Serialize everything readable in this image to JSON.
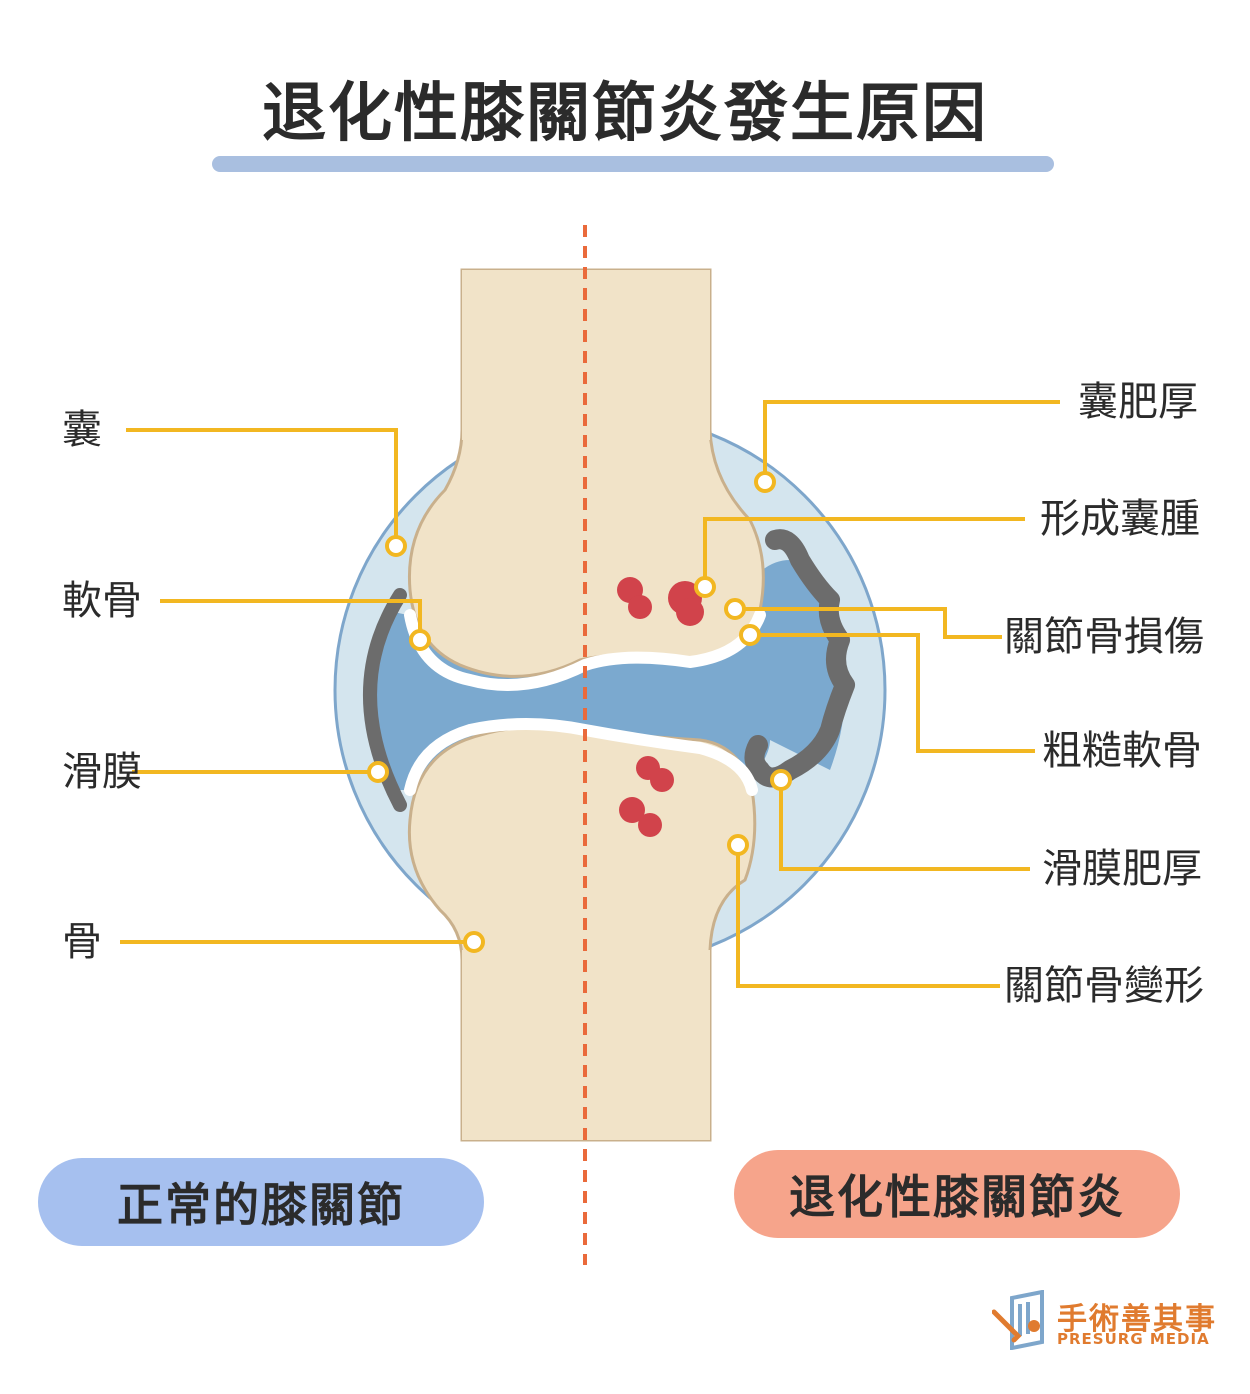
{
  "title": "退化性膝關節炎發生原因",
  "left_labels": {
    "capsule": "囊",
    "cartilage": "軟骨",
    "synovium": "滑膜",
    "bone": "骨"
  },
  "right_labels": {
    "capsule_thickening": "囊肥厚",
    "cyst_formation": "形成囊腫",
    "joint_bone_damage": "關節骨損傷",
    "rough_cartilage": "粗糙軟骨",
    "synovium_thickening": "滑膜肥厚",
    "joint_bone_deformity": "關節骨變形"
  },
  "pills": {
    "normal": "正常的膝關節",
    "osteoarthritis": "退化性膝關節炎"
  },
  "brand": {
    "name": "手術善其事",
    "sub": "PRESURG MEDIA"
  },
  "colors": {
    "bone": "#f1e3c8",
    "bone_outline": "#c9b08c",
    "capsule": "#d4e5ee",
    "capsule_outline": "#7ea6cb",
    "joint_fluid": "#7ba9cf",
    "synovium": "#6c6c6c",
    "leader_line": "#f2b721",
    "cyst": "#d1434b",
    "divider": "#ea6a3b",
    "normal_pill": "#a6c0ef",
    "oa_pill": "#f6a48b",
    "brand": "#e07b2f"
  }
}
